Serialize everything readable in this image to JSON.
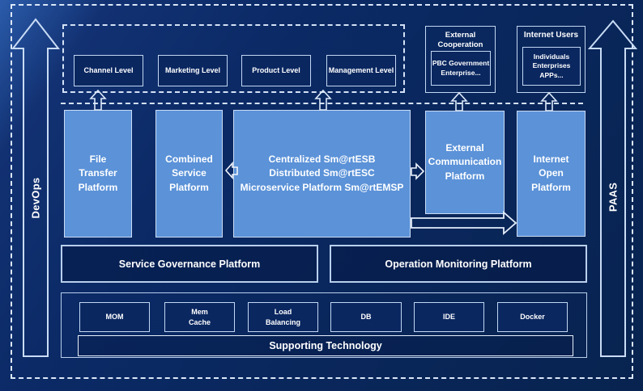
{
  "rails": {
    "left": "DevOps",
    "right": "PAAS"
  },
  "levels": {
    "items": [
      "Channel Level",
      "Marketing Level",
      "Product Level",
      "Management Level"
    ]
  },
  "external_cooperation": {
    "title": "External Cooperation",
    "members": "PBC Government Enterprise..."
  },
  "internet_users": {
    "title": "Internet Users",
    "members": "Individuals Enterprises APPs..."
  },
  "platforms": {
    "file_transfer": "File Transfer Platform",
    "combined_service": "Combined Service Platform",
    "esb_lines": [
      "Centralized Sm@rtESB",
      "Distributed Sm@rtESC",
      "Microservice Platform Sm@rtEMSP"
    ],
    "external_communication": "External Communication Platform",
    "internet_open": "Internet Open Platform"
  },
  "governance": {
    "service": "Service Governance Platform",
    "operation": "Operation Monitoring Platform"
  },
  "supporting": {
    "banner": "Supporting Technology",
    "tech": [
      "MOM",
      "Mem Cache",
      "Load Balancing",
      "DB",
      "IDE",
      "Docker"
    ]
  },
  "colors": {
    "bg": "#0b2a66",
    "bg_streak": "#2b5cab",
    "box_fill": "#0a2760",
    "platform_fill": "#5b92d8",
    "border_light": "#c2d7f2",
    "text_color": "#ffffff"
  }
}
